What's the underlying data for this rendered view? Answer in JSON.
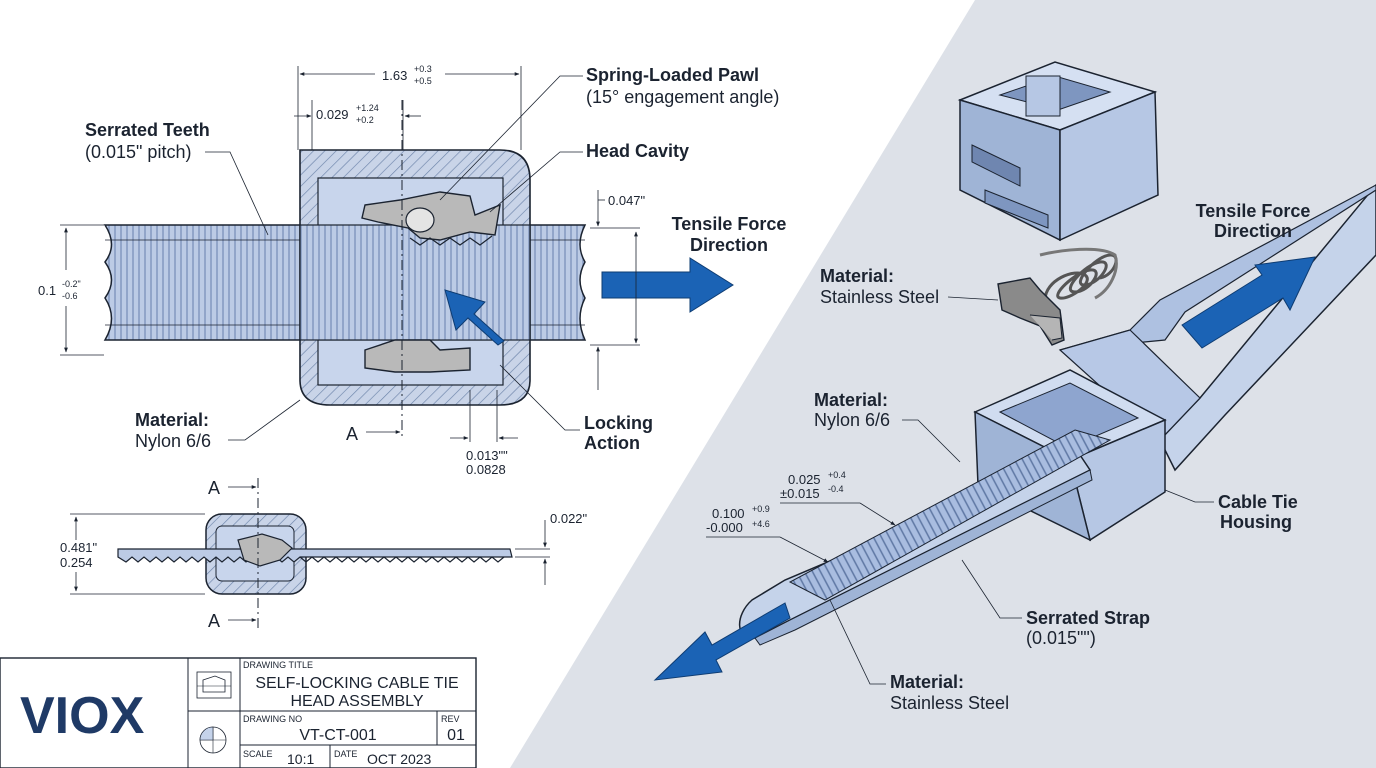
{
  "section_view": {
    "serrated_teeth": {
      "title": "Serrated Teeth",
      "note": "(0.015\" pitch)"
    },
    "spring_pawl": {
      "title": "Spring-Loaded Pawl",
      "note": "(15° engagement angle)"
    },
    "head_cavity": "Head Cavity",
    "tensile_force": [
      "Tensile Force",
      "Direction"
    ],
    "material": {
      "title": "Material:",
      "value": "Nylon 6/6"
    },
    "locking_action": [
      "Locking",
      "Action"
    ],
    "section_marker": "A",
    "dims": {
      "overall": "1.63",
      "overall_tol_up": "+0.3",
      "overall_tol_dn": "+0.5",
      "pawl_offset": "0.029",
      "pawl_tol_up": "+1.24",
      "pawl_tol_dn": "+0.2",
      "thickness": "0.047\"",
      "height": "0.1",
      "height_tol_up": "-0.2\"",
      "height_tol_dn": "-0.6",
      "gap_1": "0.013\"\"",
      "gap_2": "0.0828"
    }
  },
  "side_view": {
    "marker_top": "A",
    "marker_bottom": "A",
    "dim_height_1": "0.481\"",
    "dim_height_2": "0.254",
    "dim_strap": "0.022\""
  },
  "iso_view": {
    "tensile_force": [
      "Tensile Force",
      "Direction"
    ],
    "pawl_material": {
      "title": "Material:",
      "value": "Stainless Steel"
    },
    "strap_material": {
      "title": "Material:",
      "value": "Nylon 6/6"
    },
    "housing": [
      "Cable Tie",
      "Housing"
    ],
    "strap": {
      "title": "Serrated Strap",
      "note": "(0.015\"\")"
    },
    "insert_material": {
      "title": "Material:",
      "value": "Stainless Steel"
    },
    "dim_a_1": "0.025",
    "dim_a_1_tol": "+0.4",
    "dim_a_2": "±0.015",
    "dim_a_2_tol": "-0.4",
    "dim_b_1": "0.100",
    "dim_b_1_tol": "+0.9",
    "dim_b_2": "-0.000",
    "dim_b_2_tol": "+4.6"
  },
  "title_block": {
    "logo": "VIOX",
    "drawing_title_label": "DRAWING TITLE",
    "drawing_title": [
      "SELF-LOCKING CABLE TIE",
      "HEAD ASSEMBLY"
    ],
    "drawing_no_label": "DRAWING NO",
    "drawing_no": "VT-CT-001",
    "rev_label": "REV",
    "rev": "01",
    "scale_label": "SCALE",
    "scale": "10:1",
    "date_label": "DATE",
    "date": "OCT 2023"
  },
  "colors": {
    "part_fill": "#c5d3ea",
    "part_fill_dark": "#9fb4d6",
    "hatch": "#6d84aa",
    "arrow": "#1b63b5",
    "background_right": "#dde1e8",
    "ink": "#1b2330",
    "logo": "#1f3a66"
  }
}
